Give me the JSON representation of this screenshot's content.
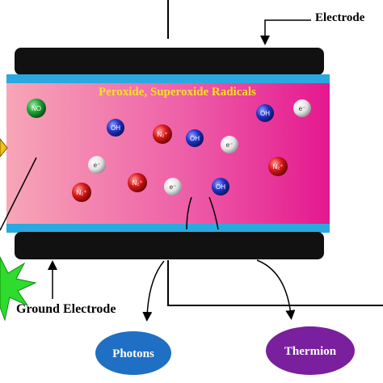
{
  "labels": {
    "electrode": "Electrode",
    "ground_electrode": "Ground Electrode",
    "plasma_title": "Peroxide, Superoxide Radicals"
  },
  "outputs": {
    "photons": "Photons",
    "thermion": "Thermion"
  },
  "species": {
    "no": "NO",
    "oh": "OH",
    "electron": "e⁻",
    "n2_plus": "N₂⁺"
  },
  "colors": {
    "electrode_plate": "#111111",
    "dielectric_strip": "#29a9e0",
    "plasma_left": "#f7a6b7",
    "plasma_right": "#e4188f",
    "oh_ball": "#2233c8",
    "n2_ball": "#d81818",
    "electron_ball": "#e6e6e6",
    "no_ball": "#1fa33a",
    "photons_oval": "#1f6fc4",
    "thermion_oval": "#7a1f9e",
    "title_text": "#f6e51a",
    "arrow_left": "#f2c219",
    "flash": "#2ddc2d"
  }
}
